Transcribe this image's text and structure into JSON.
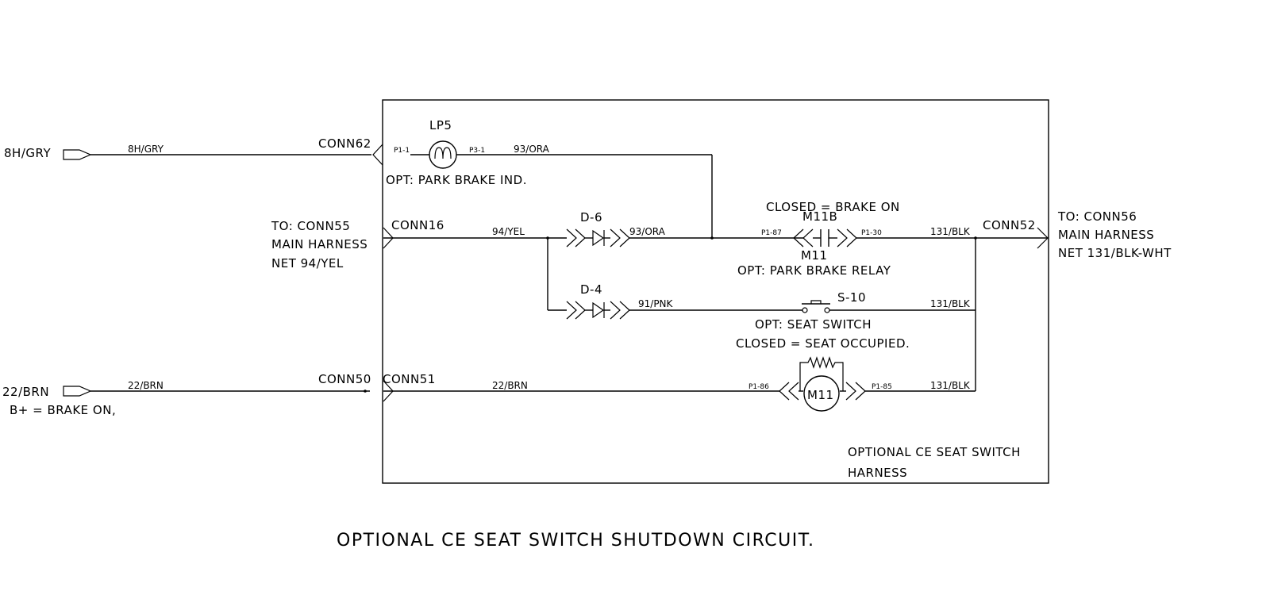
{
  "diagram": {
    "title": "OPTIONAL CE SEAT SWITCH SHUTDOWN CIRCUIT.",
    "harness_label_1": "OPTIONAL CE SEAT SWITCH",
    "harness_label_2": "HARNESS",
    "inputs": {
      "top_net": "8H/GRY",
      "top_wire": "8H/GRY",
      "top_conn": "CONN62",
      "bottom_net": "22/BRN",
      "bottom_wire": "22/BRN",
      "bottom_note": "B+ = BRAKE ON,",
      "bottom_conn_out": "CONN50",
      "bottom_conn_in": "CONN51"
    },
    "left_ref": {
      "line1": "TO: CONN55",
      "line2": "MAIN HARNESS",
      "line3": "NET 94/YEL",
      "conn": "CONN16"
    },
    "right_ref": {
      "line1": "TO: CONN56",
      "line2": "MAIN HARNESS",
      "line3": "NET 131/BLK-WHT",
      "conn": "CONN52"
    },
    "lamp": {
      "id": "LP5",
      "pin_in": "P1-1",
      "pin_out": "P3-1",
      "wire_out": "93/ORA",
      "note": "OPT: PARK BRAKE IND."
    },
    "diode_d6": {
      "id": "D-6",
      "wire_in": "94/YEL",
      "wire_out": "93/ORA"
    },
    "diode_d4": {
      "id": "D-4",
      "wire_out": "91/PNK"
    },
    "relay_contact": {
      "note_top": "CLOSED = BRAKE ON",
      "id": "M11B",
      "pin_in": "P1-87",
      "pin_out": "P1-30",
      "wire_out": "131/BLK",
      "relay_ref": "M11",
      "note": "OPT: PARK BRAKE RELAY"
    },
    "seat_switch": {
      "id": "S-10",
      "wire_out": "131/BLK",
      "note_1": "OPT: SEAT SWITCH",
      "note_2": "CLOSED = SEAT OCCUPIED."
    },
    "relay_coil": {
      "id": "M11",
      "wire_in": "22/BRN",
      "pin_in": "P1-86",
      "pin_out": "P1-85",
      "wire_out": "131/BLK"
    }
  }
}
